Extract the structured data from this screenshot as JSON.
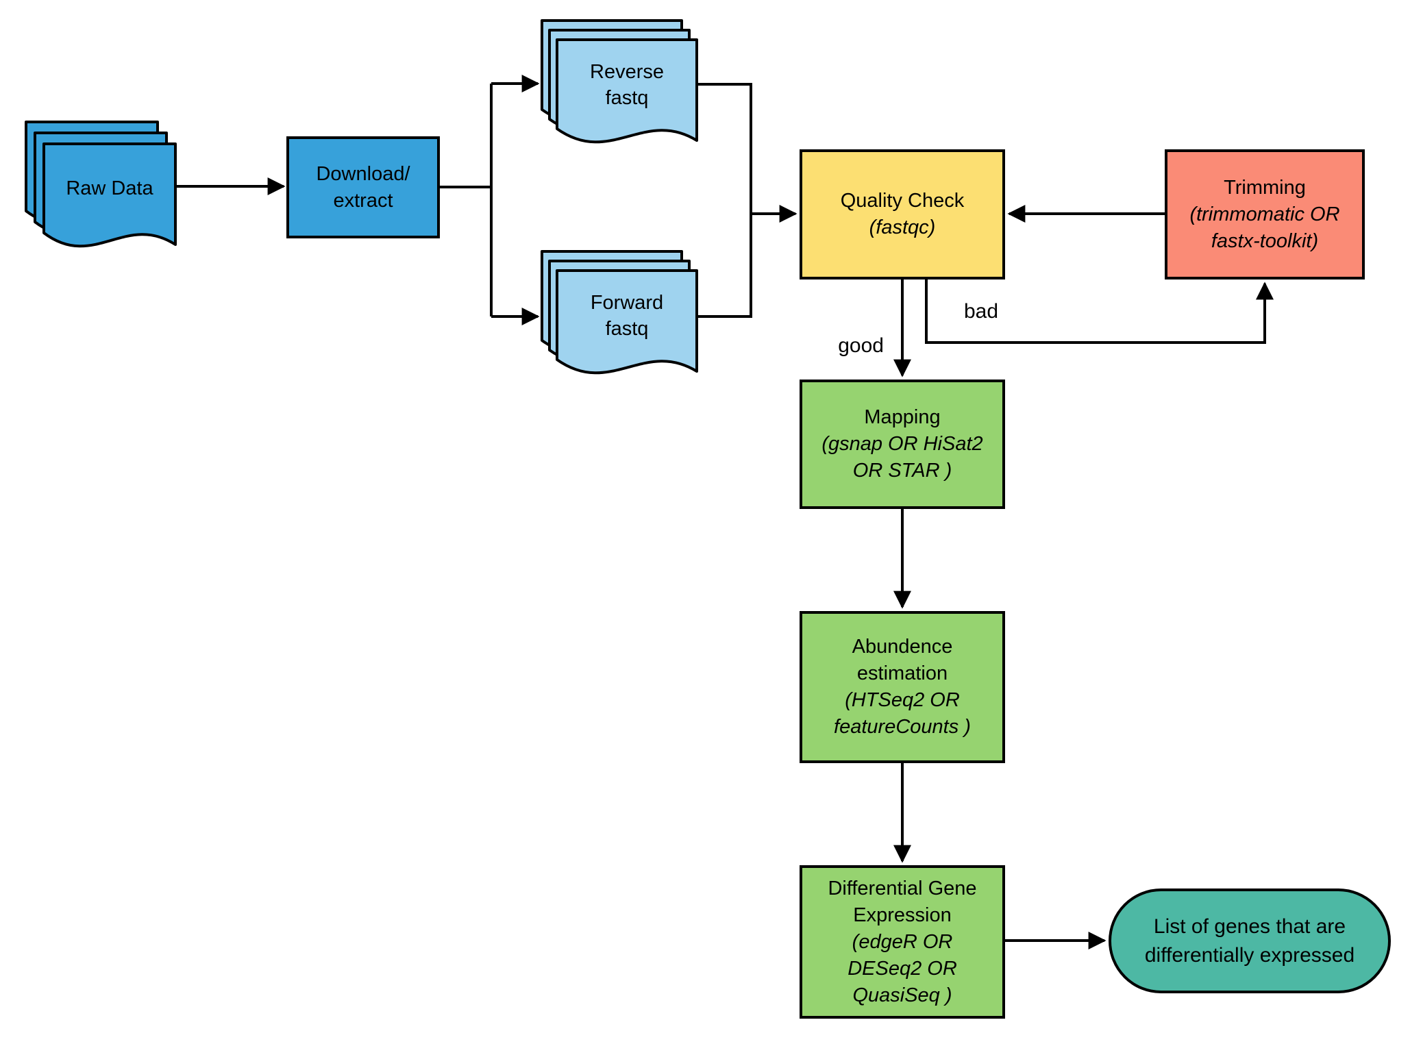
{
  "canvas": {
    "background": "#ffffff"
  },
  "colors": {
    "node_blue": "#37a1da",
    "node_light_blue": "#9fd3ef",
    "node_yellow": "#fcdf72",
    "node_salmon": "#fa8b76",
    "node_green": "#96d370",
    "node_teal": "#4db8a4",
    "line_black": "#000000"
  },
  "nodes": {
    "raw_data": {
      "shape": "multi-document",
      "lines": [
        "Raw Data"
      ]
    },
    "download_extract": {
      "shape": "process",
      "lines": [
        "Download/",
        "extract"
      ]
    },
    "reverse_fastq": {
      "shape": "multi-document",
      "lines": [
        "Reverse",
        "fastq"
      ]
    },
    "forward_fastq": {
      "shape": "multi-document",
      "lines": [
        "Forward",
        "fastq"
      ]
    },
    "quality_check": {
      "shape": "process",
      "title_lines": [
        "Quality Check"
      ],
      "tool_lines": [
        "(fastqc)"
      ]
    },
    "trimming": {
      "shape": "process",
      "title_lines": [
        "Trimming"
      ],
      "tool_lines": [
        "(trimmomatic OR",
        "fastx-toolkit)"
      ]
    },
    "mapping": {
      "shape": "process",
      "title_lines": [
        "Mapping"
      ],
      "tool_lines": [
        "(gsnap OR HiSat2",
        "OR STAR )"
      ]
    },
    "abundance_estimation": {
      "shape": "process",
      "title_lines": [
        "Abundence",
        "estimation"
      ],
      "tool_lines": [
        "(HTSeq2 OR",
        "featureCounts )"
      ]
    },
    "differential_gene_expression": {
      "shape": "process",
      "title_lines": [
        "Differential Gene",
        "Expression"
      ],
      "tool_lines": [
        "(edgeR OR",
        "DESeq2 OR",
        "QuasiSeq )"
      ]
    },
    "gene_list": {
      "shape": "terminator",
      "lines": [
        "List of genes that are",
        "differentially expressed"
      ]
    }
  },
  "edge_labels": {
    "good": "good",
    "bad": "bad"
  }
}
